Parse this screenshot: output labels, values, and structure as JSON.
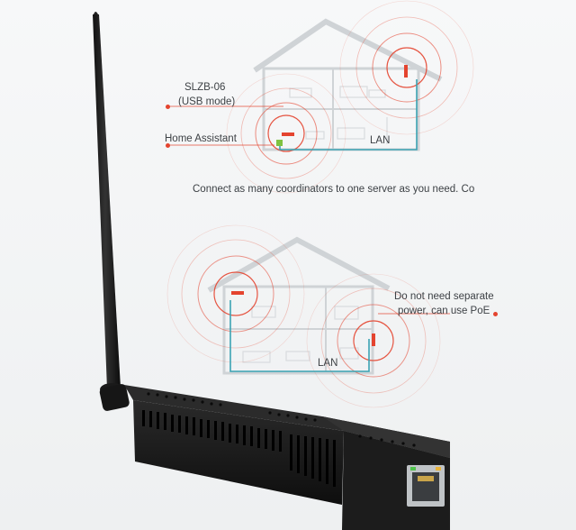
{
  "labels": {
    "slzb_line1": "SLZB-06",
    "slzb_line2": "(USB mode)",
    "home_assistant": "Home Assistant",
    "lan_top": "LAN",
    "caption": "Connect as many coordinators to one server as you need. Co",
    "no_power_line1": "Do not need separate",
    "no_power_line2": "power, can use PoE",
    "lan_bottom": "LAN"
  },
  "colors": {
    "house_outline": "#cfd3d6",
    "lan_line": "#3ba3b3",
    "signal_ring": "#e4442f",
    "device_red": "#e4442f",
    "server_green": "#7fc241",
    "device_body": "#1a1a1a"
  },
  "icons": {
    "antenna": "antenna-icon",
    "ethernet_port": "ethernet-port-icon",
    "coordinator": "coordinator-icon",
    "server": "server-icon"
  }
}
